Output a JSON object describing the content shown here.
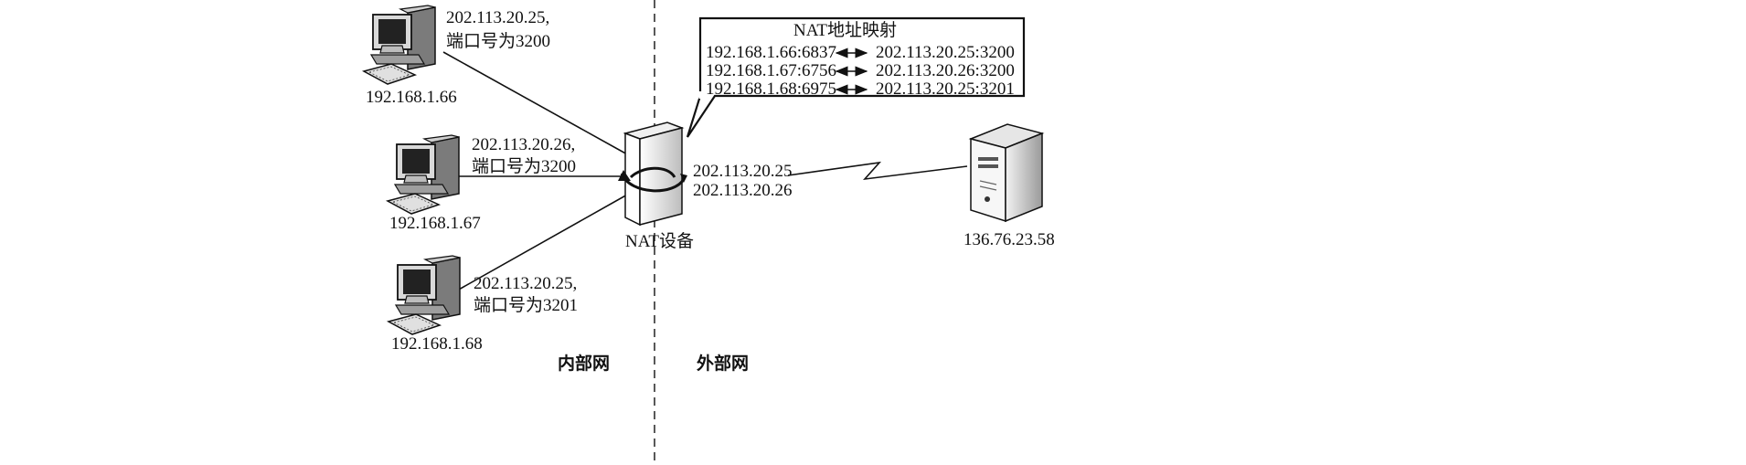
{
  "hosts": [
    {
      "ip": "192.168.1.66",
      "mapped_ip": "202.113.20.25,",
      "mapped_port": "端口号为3200"
    },
    {
      "ip": "192.168.1.67",
      "mapped_ip": "202.113.20.26,",
      "mapped_port": "端口号为3200"
    },
    {
      "ip": "192.168.1.68",
      "mapped_ip": "202.113.20.25,",
      "mapped_port": "端口号为3201"
    }
  ],
  "nat_device": {
    "label": "NAT设备",
    "public_ips": [
      "202.113.20.25",
      "202.113.20.26"
    ]
  },
  "nat_table": {
    "title": "NAT地址映射",
    "rows": [
      {
        "inside": "192.168.1.66:6837",
        "outside": "202.113.20.25:3200"
      },
      {
        "inside": "192.168.1.67:6756",
        "outside": "202.113.20.26:3200"
      },
      {
        "inside": "192.168.1.68:6975",
        "outside": "202.113.20.25:3201"
      }
    ]
  },
  "server": {
    "ip": "136.76.23.58"
  },
  "zones": {
    "inner": "内部网",
    "outer": "外部网"
  }
}
